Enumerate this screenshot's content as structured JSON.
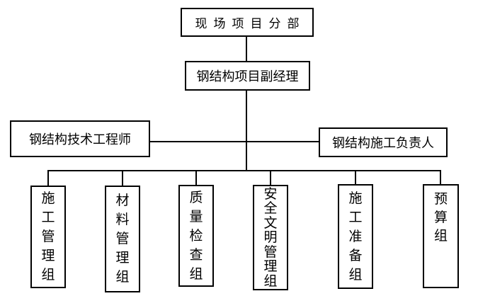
{
  "org_chart": {
    "nodes": {
      "root": "现场项目分部",
      "deputy_manager": "钢结构项目副经理",
      "technical_engineer": "钢结构技术工程师",
      "construction_leader": "钢结构施工负责人"
    },
    "groups": [
      "施工管理组",
      "材料管理组",
      "质量检查组",
      "安全文明管理组",
      "施工准备组",
      "预算组"
    ],
    "colors": {
      "line": "#000000",
      "text": "#000000",
      "background": "#ffffff"
    }
  }
}
